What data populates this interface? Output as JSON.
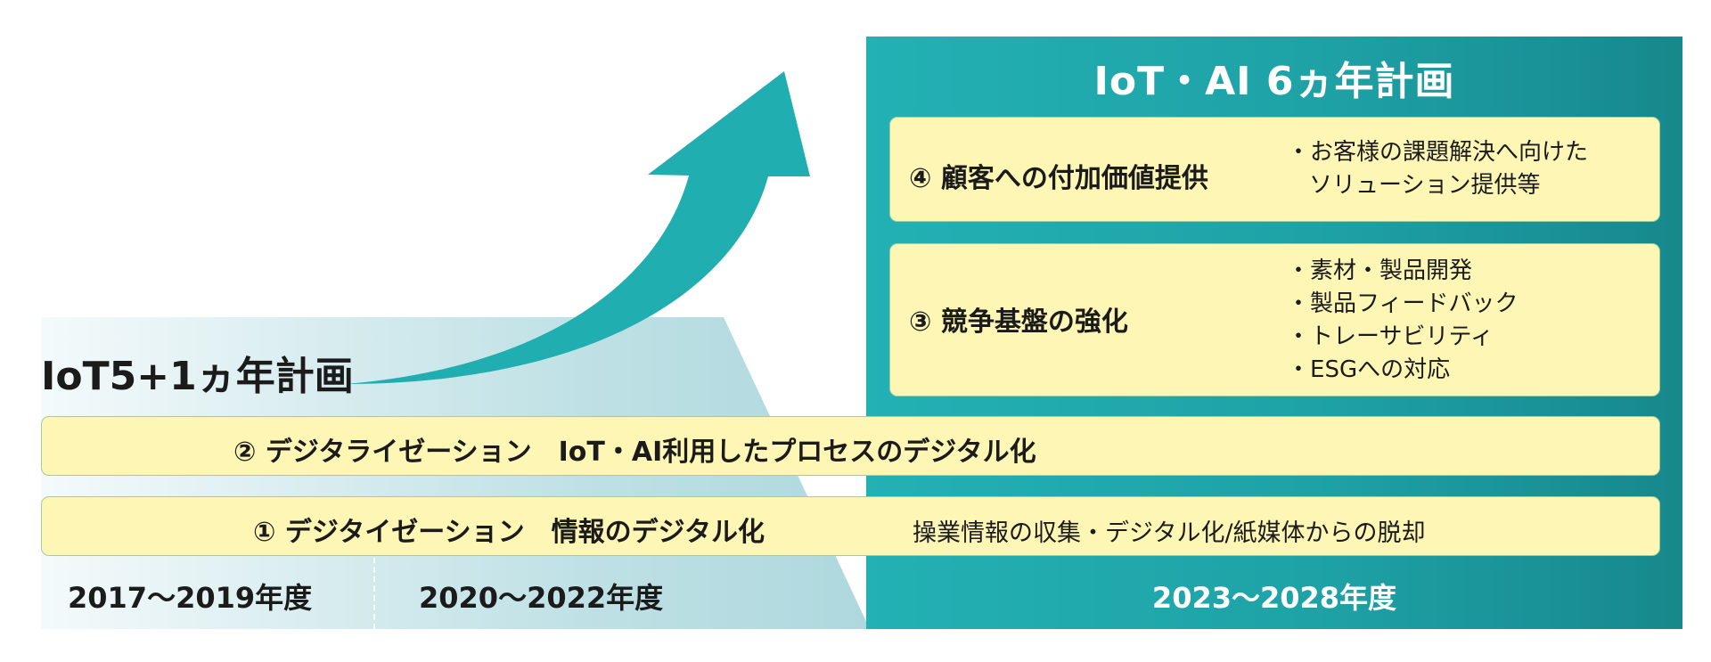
{
  "colors": {
    "teal": "#1ea2a6",
    "teal_dark": "#17888c",
    "card_fill": "#fdf6b5",
    "card_border": "#9fcf9f",
    "phase1_bg": "#c9e7ea",
    "arrow": "#21aeb1"
  },
  "plan5": {
    "title": "IoT5+1ヵ年計画"
  },
  "plan6": {
    "title": "IoT・AI 6ヵ年計画"
  },
  "card4": {
    "title": "④ 顧客への付加価値提供",
    "bullet_line1": "お客様の課題解決へ向けた",
    "bullet_line2": "ソリューション提供等"
  },
  "card3": {
    "title": "③ 競争基盤の強化",
    "bullets": [
      "素材・製品開発",
      "製品フィードバック",
      "トレーサビリティ",
      "ESGへの対応"
    ]
  },
  "band2": {
    "text": "② デジタライゼーション　IoT・AI利用したプロセスのデジタル化"
  },
  "band1": {
    "text": "① デジタイゼーション　情報のデジタル化",
    "note": "操業情報の収集・デジタル化/紙媒体からの脱却"
  },
  "years": [
    "2017～2019年度",
    "2020～2022年度",
    "2023～2028年度"
  ],
  "icons": {
    "arrow": "curved-up-arrow-icon"
  }
}
